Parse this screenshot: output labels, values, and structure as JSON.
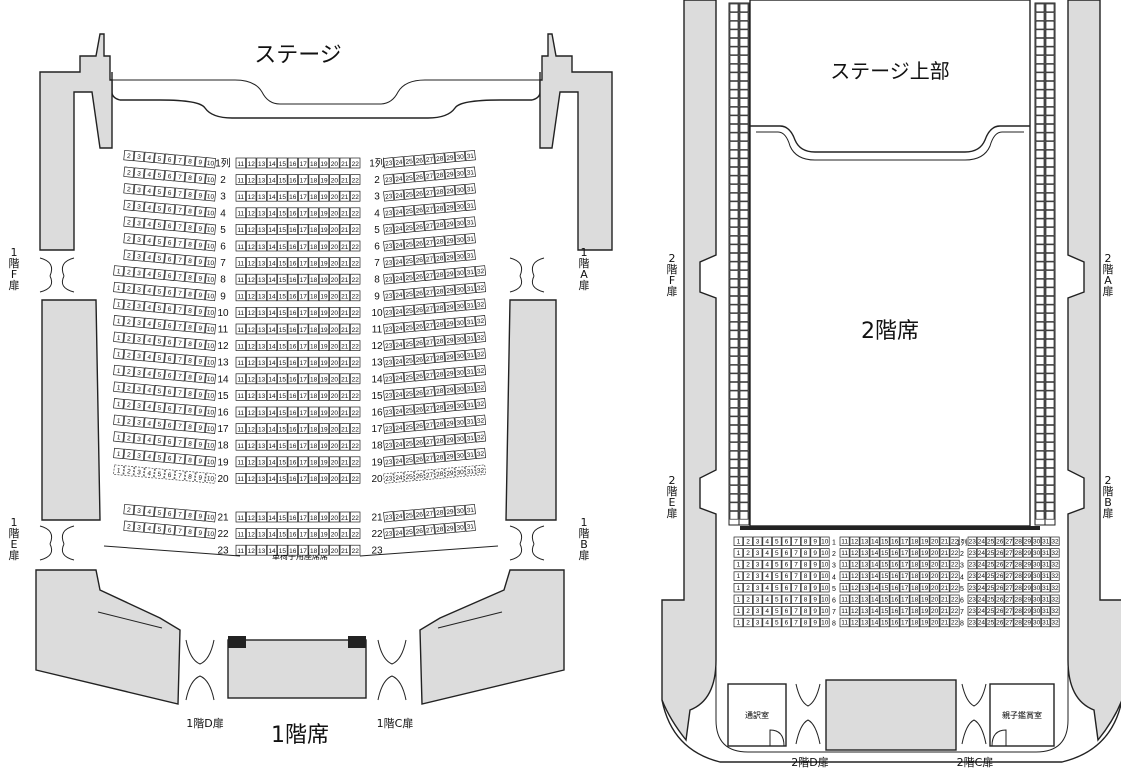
{
  "floor1": {
    "stage_label": "ステージ",
    "section_label": "1階席",
    "door_labels": {
      "left_upper": "1\n階\nF\n扉",
      "right_upper": "1\n階\nA\n扉",
      "left_lower": "1\n階\nE\n扉",
      "right_lower": "1\n階\nB\n扉",
      "bottom_left": "1階D扉",
      "bottom_right": "1階C扉"
    },
    "wheelchair_label": "車椅子用座席席",
    "first_row_label": "1列",
    "rows": [
      "1",
      "2",
      "3",
      "4",
      "5",
      "6",
      "7",
      "8",
      "9",
      "10",
      "11",
      "12",
      "13",
      "14",
      "15",
      "16",
      "17",
      "18",
      "19",
      "20",
      "21",
      "22",
      "23"
    ],
    "center_seats": [
      "11",
      "12",
      "13",
      "14",
      "15",
      "16",
      "17",
      "18",
      "19",
      "20",
      "21",
      "22"
    ],
    "left_seats_short": [
      "2",
      "3",
      "4",
      "5",
      "6",
      "7",
      "8",
      "9",
      "10"
    ],
    "left_seats_long": [
      "1",
      "2",
      "3",
      "4",
      "5",
      "6",
      "7",
      "8",
      "9",
      "10"
    ],
    "right_seats_short": [
      "23",
      "24",
      "25",
      "26",
      "27",
      "28",
      "29",
      "30",
      "31"
    ],
    "right_seats_long": [
      "23",
      "24",
      "25",
      "26",
      "27",
      "28",
      "29",
      "30",
      "31",
      "32"
    ]
  },
  "floor2": {
    "stage_label": "ステージ上部",
    "section_label": "2階席",
    "door_labels": {
      "left_upper": "2\n階\nF\n扉",
      "right_upper": "2\n階\nA\n扉",
      "left_lower": "2\n階\nE\n扉",
      "right_lower": "2\n階\nB\n扉",
      "bottom_left": "2階D扉",
      "bottom_right": "2階C扉"
    },
    "room_left": "通訳室",
    "room_right": "親子鑑賞室",
    "first_row_label": "1列",
    "rows": [
      "1",
      "2",
      "3",
      "4",
      "5",
      "6",
      "7",
      "8"
    ],
    "left_seats": [
      "1",
      "2",
      "3",
      "4",
      "5",
      "6",
      "7",
      "8",
      "9",
      "10"
    ],
    "center_seats": [
      "11",
      "12",
      "13",
      "14",
      "15",
      "16",
      "17",
      "18",
      "19",
      "20",
      "21",
      "22"
    ],
    "right_seats": [
      "23",
      "24",
      "25",
      "26",
      "27",
      "28",
      "29",
      "30",
      "31",
      "32"
    ]
  }
}
